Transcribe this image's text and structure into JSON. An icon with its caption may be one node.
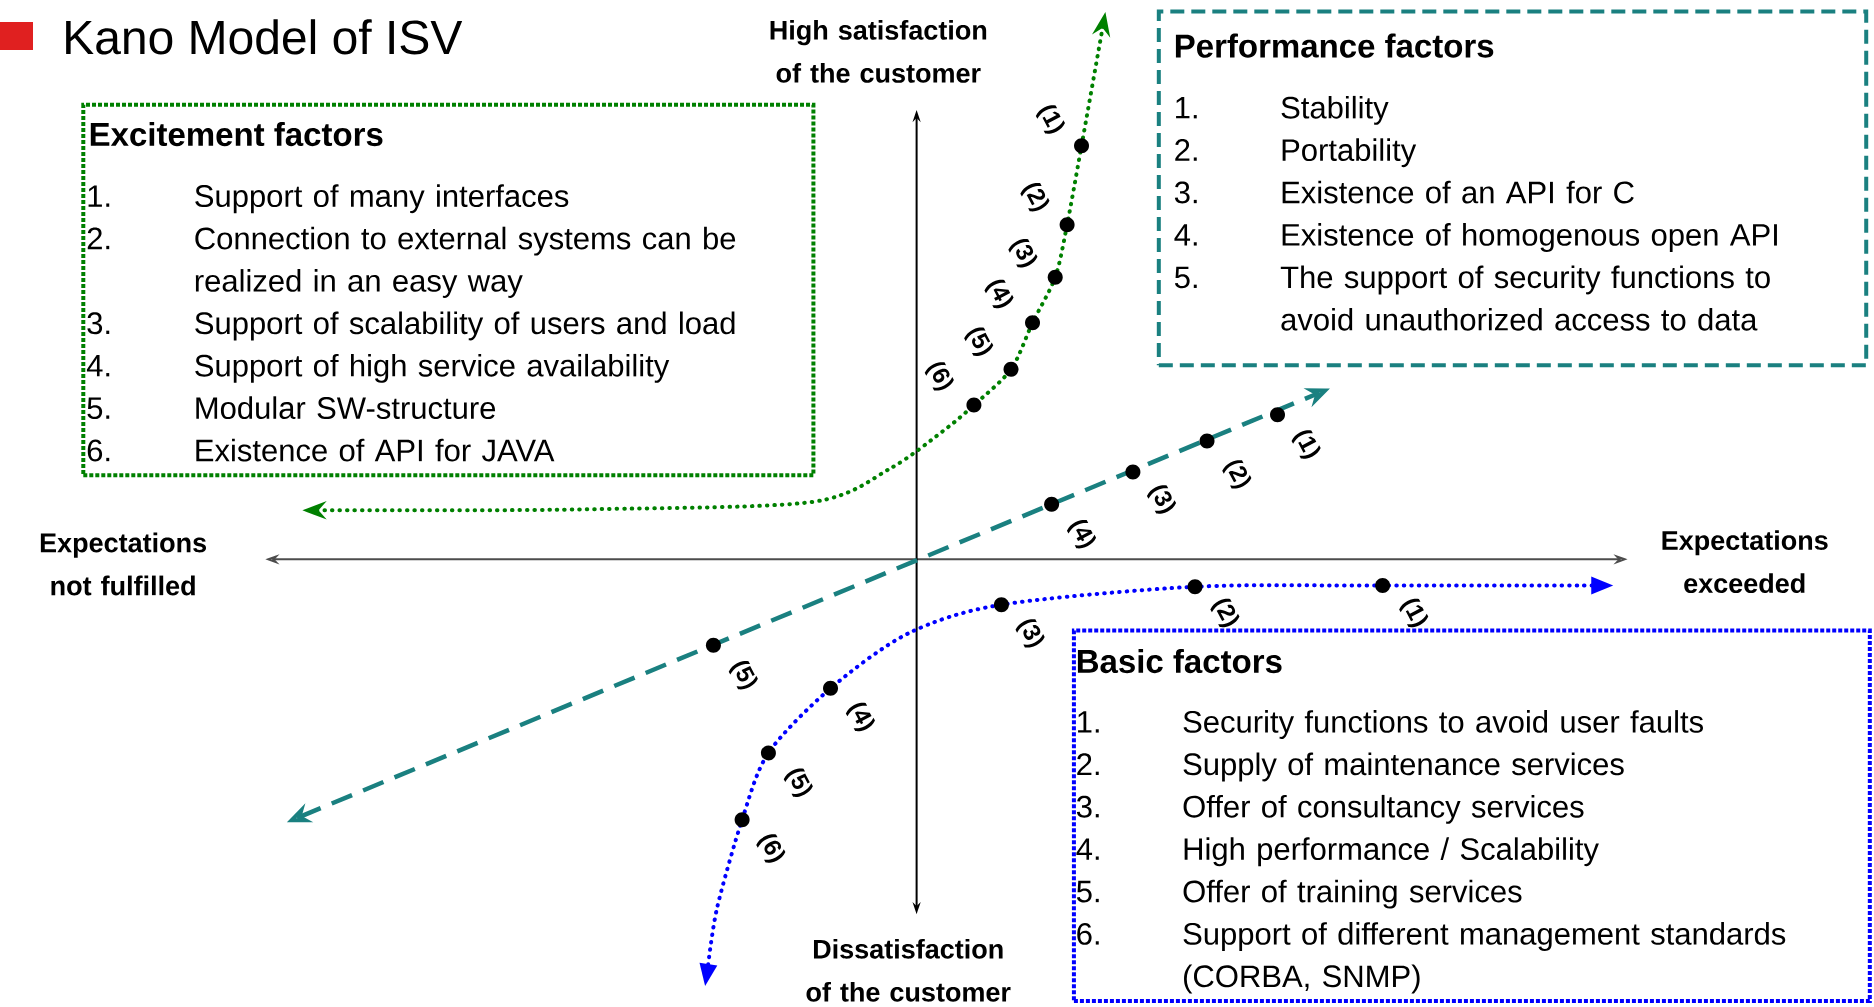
{
  "diagram": {
    "title": "Kano Model of ISV",
    "nodes": [
      {
        "text": [
          "Excitement factors",
          "1.",
          "Support of many interfaces",
          "2.",
          "Connection to external systems can be realized in an easy way",
          "3.",
          "Support of scalability of users and load",
          "4.",
          "Support of high service availability",
          "5.",
          "Modular SW-structure",
          "6.",
          "Existence of API for JAVA"
        ]
      },
      {
        "text": [
          "Performance factors",
          "1.",
          "Stability",
          "2.",
          "Portability",
          "3.",
          "Existence of an API for C",
          "4.",
          "Existence of homogenous open API",
          "5.",
          "The support of security functions to avoid unauthorized access to data"
        ]
      },
      {
        "text": [
          "Basic factors",
          "1.",
          "Security functions to avoid user faults",
          "2.",
          "Supply of maintenance services",
          "3.",
          "Offer of consultancy services",
          "4.",
          "High performance / Scalability",
          "5.",
          "Offer of training services",
          "6.",
          "Support of different management standards (CORBA, SNMP)"
        ]
      }
    ],
    "labels": [
      "High satisfaction of the customer",
      "Expectations not fulfilled",
      "Expectations exceeded",
      "Dissatisfaction of the customer",
      "(1)",
      "(2)",
      "(3)",
      "(4)",
      "(5)",
      "(6)",
      "(1)",
      "(2)",
      "(3)",
      "(4)",
      "(5)",
      "(1)",
      "(2)",
      "(3)",
      "(4)",
      "(5)",
      "(6)"
    ]
  }
}
